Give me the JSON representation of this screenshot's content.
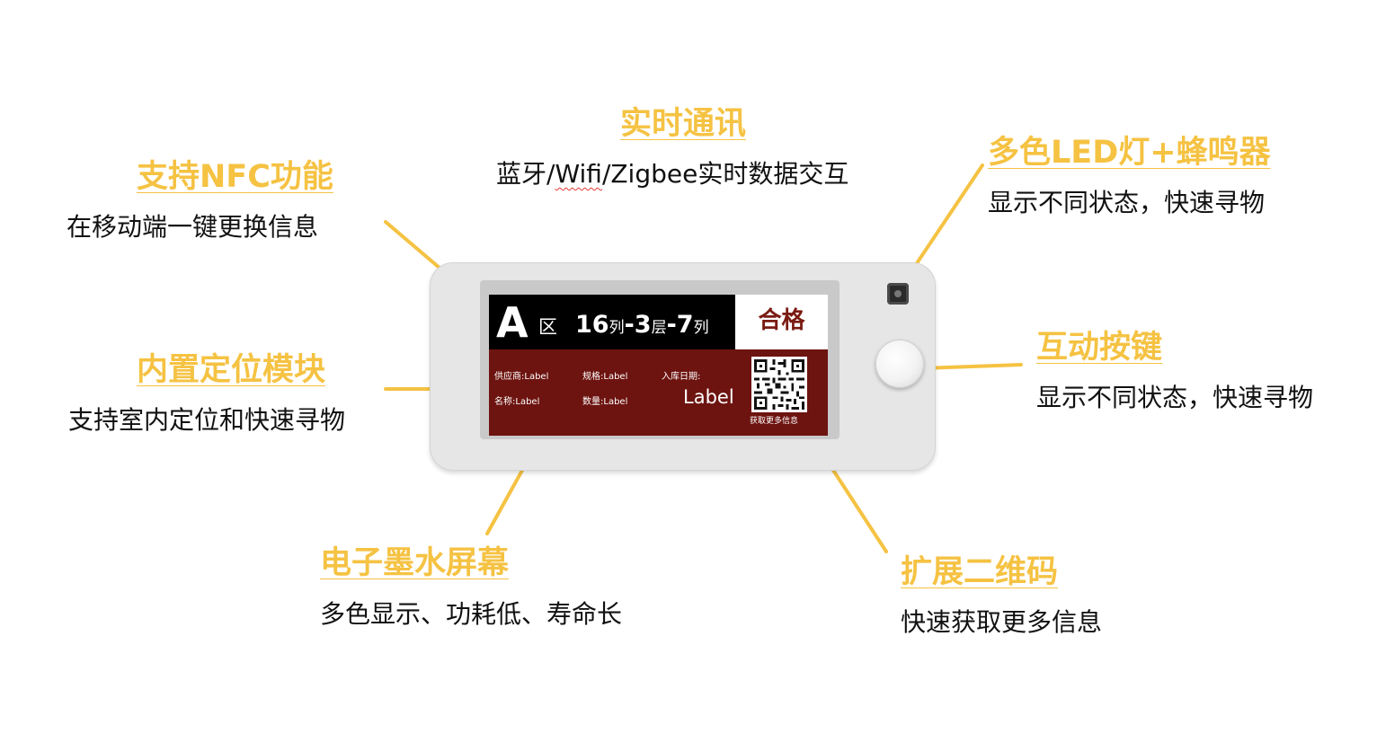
{
  "features": {
    "realtime": {
      "title": "实时通讯",
      "desc_a": "蓝牙/",
      "desc_wifi": "Wifi",
      "desc_b": "/Zigbee实时数据交互"
    },
    "nfc": {
      "title": "支持NFC功能",
      "desc": "在移动端一键更换信息"
    },
    "led": {
      "title": "多色LED灯+蜂鸣器",
      "desc": "显示不同状态，快速寻物"
    },
    "positioning": {
      "title": "内置定位模块",
      "desc": "支持室内定位和快速寻物"
    },
    "button": {
      "title": "互动按键",
      "desc": "显示不同状态，快速寻物"
    },
    "eink": {
      "title": "电子墨水屏幕",
      "desc": "多色显示、功耗低、寿命长"
    },
    "qrcode": {
      "title": "扩展二维码",
      "desc": "快速获取更多信息"
    }
  },
  "screen": {
    "zone_letter": "A",
    "zone_char": "区",
    "row_num": "16",
    "row_unit": "列",
    "floor_sep": "-3",
    "floor_unit": "层",
    "col_sep": "-7",
    "col_unit": "列",
    "status": "合格",
    "supplier": "供应商:Label",
    "spec": "规格:Label",
    "in_date": "入库日期:",
    "name": "名称:Label",
    "qty": "数量:Label",
    "big_label": "Label",
    "qr_caption": "获取更多信息"
  },
  "colors": {
    "accent": "#f5c242",
    "screen_red": "#6d1410",
    "status_text": "#7a1b12"
  }
}
